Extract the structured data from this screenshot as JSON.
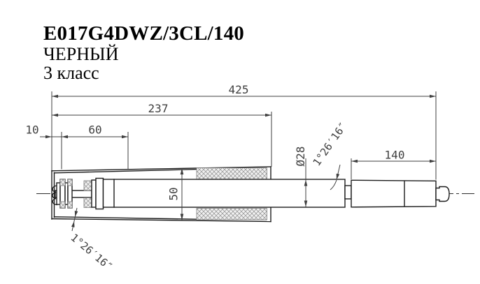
{
  "title": {
    "model": "E017G4DWZ/3CL/140",
    "color": "ЧЕРНЫЙ",
    "class": "3 класс"
  },
  "dimensions": {
    "total_length": "425",
    "column_length": "237",
    "left_offset": "10",
    "guide_length": "60",
    "column_diameter": "50",
    "cartridge_diameter": "Ø28",
    "upper_taper_length": "140",
    "taper_angle_upper": "1°26′16″",
    "taper_angle_lower": "1°26′16″"
  },
  "colors": {
    "object_line": "#1c1c1c",
    "dimension_line": "#3f3f3f",
    "hatch": "#9a9a9a",
    "background": "#ffffff"
  }
}
